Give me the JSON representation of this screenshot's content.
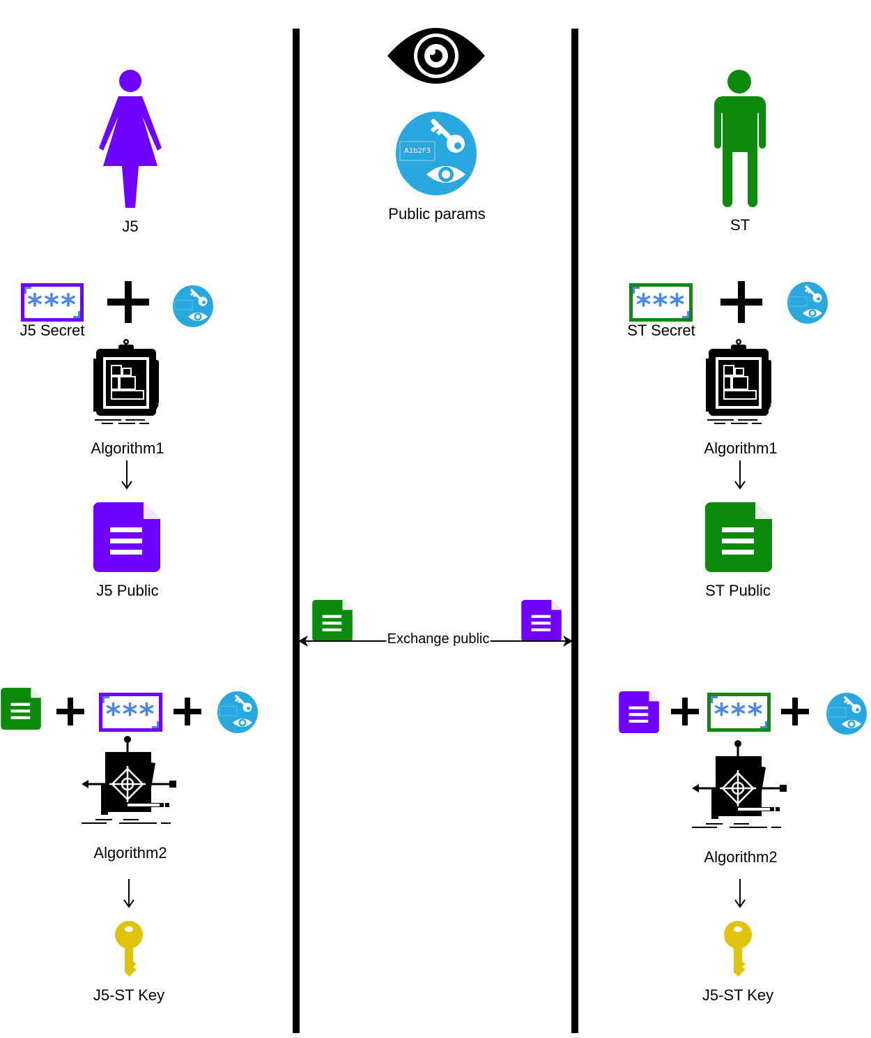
{
  "center": {
    "public_params_label": "Public params",
    "exchange_label": "Exchange public"
  },
  "left": {
    "person_label": "J5",
    "secret_label": "J5 Secret",
    "algorithm1_label": "Algorithm1",
    "public_label": "J5 Public",
    "algorithm2_label": "Algorithm2",
    "key_label": "J5-ST Key"
  },
  "right": {
    "person_label": "ST",
    "secret_label": "ST Secret",
    "algorithm1_label": "Algorithm1",
    "public_label": "ST Public",
    "algorithm2_label": "Algorithm2",
    "key_label": "J5-ST Key"
  },
  "params_badge_text": "A1b2F3",
  "password_mask": "***",
  "colors": {
    "purple": "#7000ff",
    "green": "#0b8a0b",
    "blue_circle": "#29a8e0",
    "gold_key": "#e0c30d",
    "password_star": "#4a86e8"
  },
  "icons": {
    "observer": "eye-icon",
    "parameters": "public-params-icon",
    "woman": "woman-icon",
    "man": "man-icon",
    "secret": "password-field-icon",
    "algorithm1": "blueprint-clipboard-icon",
    "algorithm2": "design-target-icon",
    "public": "document-icon",
    "shared_key": "key-icon"
  }
}
